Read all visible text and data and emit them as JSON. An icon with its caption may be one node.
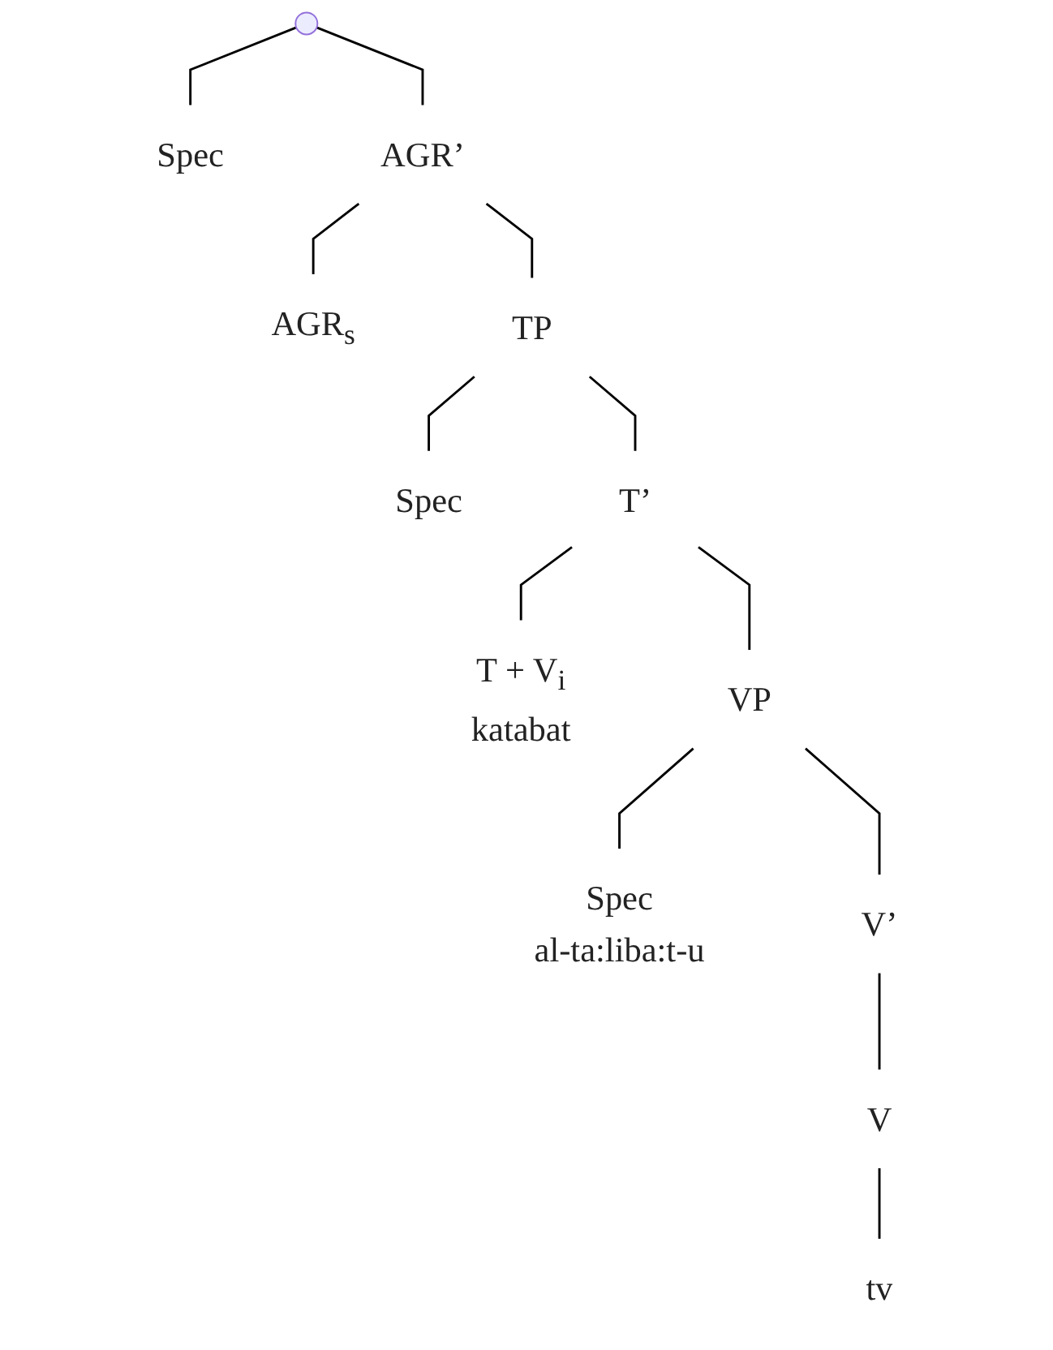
{
  "diagram": {
    "nodes": [
      {
        "text": [],
        "shape": "point"
      },
      {
        "text": [
          "Spec"
        ]
      },
      {
        "text": [
          "AGR’"
        ]
      },
      {
        "text": [
          "AGR$_{s}$"
        ]
      },
      {
        "text": [
          "TP"
        ]
      },
      {
        "text": [
          "Spec"
        ]
      },
      {
        "text": [
          "T’"
        ]
      },
      {
        "text": [
          "T + V$_{i}$",
          "katabat"
        ]
      },
      {
        "text": [
          "VP"
        ]
      },
      {
        "text": [
          "Spec",
          "al-ta:liba:t-u"
        ]
      },
      {
        "text": [
          "V’"
        ]
      },
      {
        "text": [
          "V"
        ]
      },
      {
        "text": [
          "tv"
        ]
      }
    ],
    "edges": [
      {
        "from": 0,
        "to": 1,
        "arrow": "none"
      },
      {
        "from": 0,
        "to": 2,
        "arrow": "none"
      },
      {
        "from": 2,
        "to": 3,
        "arrow": "none"
      },
      {
        "from": 2,
        "to": 4,
        "arrow": "none"
      },
      {
        "from": 4,
        "to": 5,
        "arrow": "none"
      },
      {
        "from": 4,
        "to": 6,
        "arrow": "none"
      },
      {
        "from": 6,
        "to": 7,
        "arrow": "none"
      },
      {
        "from": 6,
        "to": 8,
        "arrow": "none"
      },
      {
        "from": 8,
        "to": 9,
        "arrow": "none"
      },
      {
        "from": 8,
        "to": 10,
        "arrow": "none"
      },
      {
        "from": 10,
        "to": 11,
        "arrow": "none"
      },
      {
        "from": 11,
        "to": 12,
        "arrow": "none"
      }
    ]
  }
}
